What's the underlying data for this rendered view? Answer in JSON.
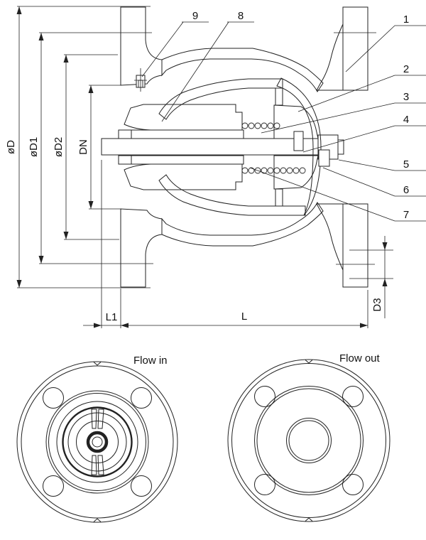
{
  "dims": {
    "od": "øD",
    "od1": "øD1",
    "od2": "øD2",
    "dn": "DN",
    "l1": "L1",
    "l": "L",
    "d3": "D3"
  },
  "parts": [
    "1",
    "2",
    "3",
    "4",
    "5",
    "6",
    "7",
    "8",
    "9"
  ],
  "views": {
    "flow_in": "Flow in",
    "flow_out": "Flow out"
  },
  "colors": {
    "line": "#222222",
    "background": "#ffffff"
  }
}
